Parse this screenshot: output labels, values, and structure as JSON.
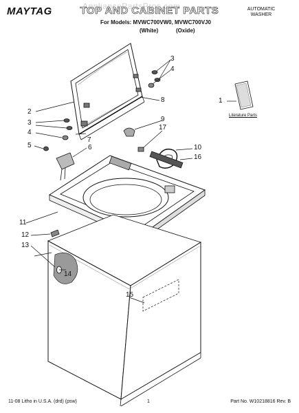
{
  "header": {
    "brand": "MAYTAG",
    "title": "TOP AND CABINET PARTS",
    "watermark": "AppliancePartsPros.com",
    "models_line": "For Models: MVWC700VW0, MVWC700VJ0",
    "color_white": "(White)",
    "color_oxide": "(Oxide)",
    "product_type_line1": "AUTOMATIC",
    "product_type_line2": "WASHER"
  },
  "literature_label": "Literature Parts",
  "callouts": [
    "1",
    "2",
    "3",
    "3",
    "4",
    "4",
    "5",
    "6",
    "7",
    "8",
    "9",
    "10",
    "11",
    "12",
    "13",
    "14",
    "15",
    "16",
    "17"
  ],
  "footer": {
    "left": "11-08 Litho in U.S.A. (drd) (psw)",
    "center": "1",
    "right": "Part No. W10218816 Rev. B"
  },
  "colors": {
    "ink": "#111111",
    "watermark": "#cfcfcf",
    "shade": "#9a9a9a",
    "background": "#ffffff"
  }
}
